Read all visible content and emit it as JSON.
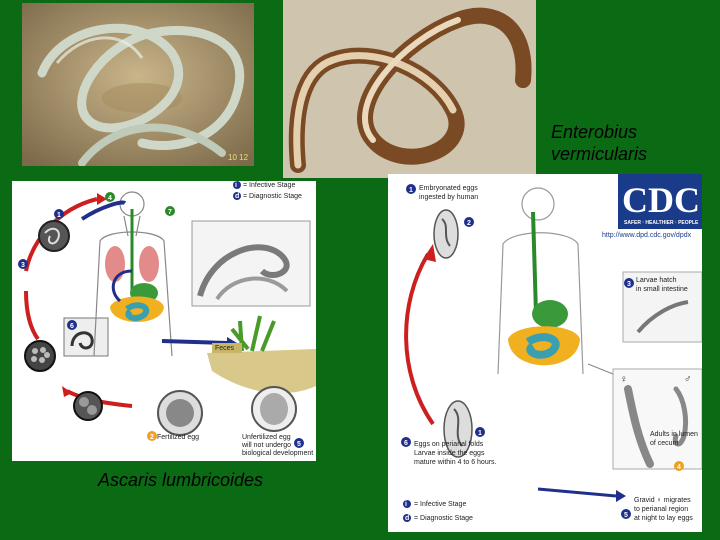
{
  "captions": {
    "enterobius": [
      "Enterobius",
      "vermicularis"
    ],
    "ascaris": "Ascaris lumbricoides"
  },
  "photos": {
    "left_stamp": "10 12"
  },
  "ascaris_cycle": {
    "legend": [
      {
        "num": "i",
        "text": "= Infective Stage"
      },
      {
        "num": "d",
        "text": "= Diagnostic Stage"
      }
    ],
    "labels": {
      "feces": "Feces",
      "fertilized": "Fertilized egg",
      "unfertilized": [
        "Unfertilized egg",
        "will not undergo",
        "biological development"
      ]
    },
    "steps": [
      "1",
      "2",
      "3",
      "4",
      "5",
      "6",
      "7"
    ]
  },
  "enterobius_cycle": {
    "step1": [
      "Embryonated eggs",
      "ingested by human"
    ],
    "step3": [
      "Larvae hatch",
      "in small intestine"
    ],
    "step4": [
      "Adults in lumen",
      "of cecum"
    ],
    "step5": [
      "Gravid ♀ migrates",
      "to perianal region",
      "at night to lay eggs"
    ],
    "step6": [
      "Eggs on perianal folds",
      "Larvae inside the eggs",
      "mature within 4 to 6 hours."
    ],
    "legend": [
      {
        "num": "i",
        "text": "= Infective Stage"
      },
      {
        "num": "d",
        "text": "= Diagnostic Stage"
      }
    ],
    "sex_symbols": {
      "female": "♀",
      "male": "♂"
    },
    "steps": [
      "1",
      "2",
      "3",
      "4",
      "5",
      "6"
    ],
    "cdc_logo": "CDC",
    "cdc_tagline": "SAFER · HEALTHIER · PEOPLE",
    "cdc_url": "http://www.dpd.cdc.gov/dpdx"
  },
  "colors": {
    "background": "#0b6b14",
    "step_blue": "#1f2f8a",
    "arrow_red": "#cc1f1f",
    "cdc_blue": "#1a3a8a",
    "gut_yellow": "#f0b020",
    "gut_green": "#3a9a3a",
    "gut_teal": "#3aa0b0"
  }
}
